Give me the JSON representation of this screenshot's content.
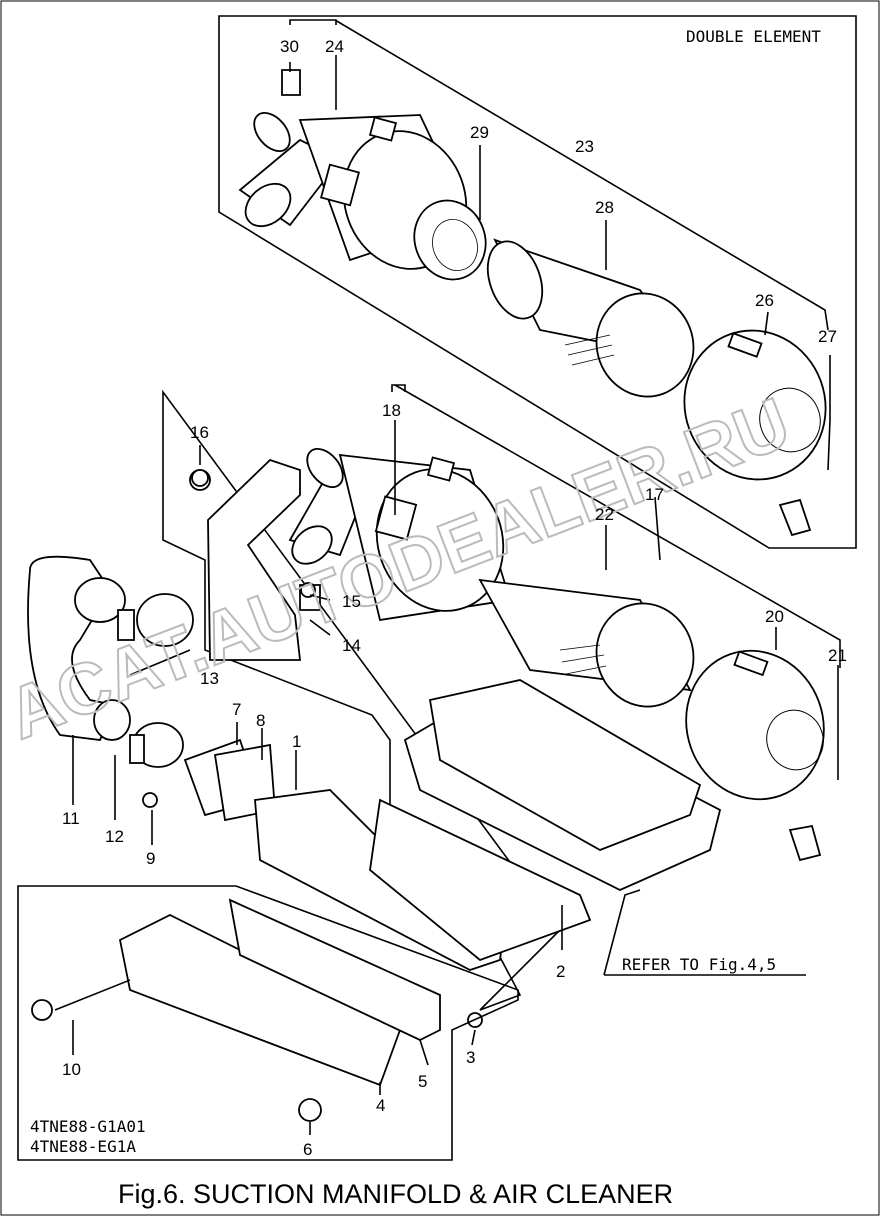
{
  "caption": "Fig.6.  SUCTION MANIFOLD & AIR CLEANER",
  "box_labels": {
    "double_element": "DOUBLE ELEMENT",
    "refer_to": "REFER TO Fig.4,5",
    "model_1": "4TNE88-G1A01",
    "model_2": "4TNE88-EG1A"
  },
  "watermark": "ACAT.AUTODEALER.RU",
  "callouts": [
    "1",
    "2",
    "3",
    "4",
    "5",
    "6",
    "7",
    "8",
    "9",
    "10",
    "11",
    "12",
    "13",
    "14",
    "15",
    "16",
    "17",
    "18",
    "20",
    "21",
    "22",
    "23",
    "24",
    "26",
    "27",
    "28",
    "29",
    "30"
  ]
}
